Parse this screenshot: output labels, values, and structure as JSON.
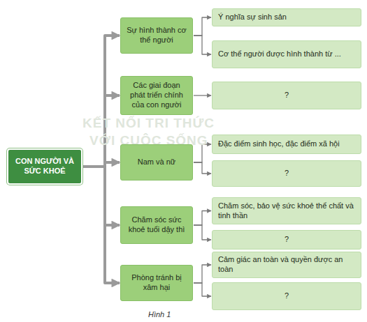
{
  "diagram": {
    "caption": "Hình 1",
    "nodes": [
      {
        "text": [
          "CON NGƯỜI VÀ SỨC KHOẺ"
        ]
      },
      {
        "text": [
          "Sự hình thành cơ thể người"
        ]
      },
      {
        "text": [
          "Ý nghĩa sự sinh sản"
        ]
      },
      {
        "text": [
          "Cơ thể người được hình thành từ ..."
        ]
      },
      {
        "text": [
          "Các giai đoạn phát triển chính của con người"
        ]
      },
      {
        "text": [
          "?"
        ]
      },
      {
        "text": [
          "Nam và nữ"
        ]
      },
      {
        "text": [
          "Đặc điểm sinh học, đặc điểm xã hội"
        ]
      },
      {
        "text": [
          "?"
        ]
      },
      {
        "text": [
          "Chăm sóc sức khoẻ tuổi dậy thì"
        ]
      },
      {
        "text": [
          "Chăm sóc, bảo vệ sức khoẻ thể chất và tinh thần"
        ]
      },
      {
        "text": [
          "?"
        ]
      },
      {
        "text": [
          "Phòng tránh bị xâm hại"
        ]
      },
      {
        "text": [
          "Cảm giác an toàn và quyền được an toàn"
        ]
      },
      {
        "text": [
          "?"
        ]
      }
    ],
    "edges": [
      {
        "from": 0,
        "to": 1,
        "arrow": "to"
      },
      {
        "from": 0,
        "to": 4,
        "arrow": "to"
      },
      {
        "from": 0,
        "to": 6,
        "arrow": "to"
      },
      {
        "from": 0,
        "to": 9,
        "arrow": "to"
      },
      {
        "from": 0,
        "to": 12,
        "arrow": "to"
      },
      {
        "from": 1,
        "to": 2,
        "arrow": "to"
      },
      {
        "from": 1,
        "to": 3,
        "arrow": "to"
      },
      {
        "from": 4,
        "to": 5,
        "arrow": "to"
      },
      {
        "from": 6,
        "to": 7,
        "arrow": "to"
      },
      {
        "from": 6,
        "to": 8,
        "arrow": "to"
      },
      {
        "from": 9,
        "to": 10,
        "arrow": "to"
      },
      {
        "from": 9,
        "to": 11,
        "arrow": "to"
      },
      {
        "from": 12,
        "to": 13,
        "arrow": "to"
      },
      {
        "from": 12,
        "to": 14,
        "arrow": "to"
      }
    ],
    "labels": [
      "KẾT NỐI TRI THỨC",
      "VỚI CUỘC SỐNG"
    ]
  }
}
